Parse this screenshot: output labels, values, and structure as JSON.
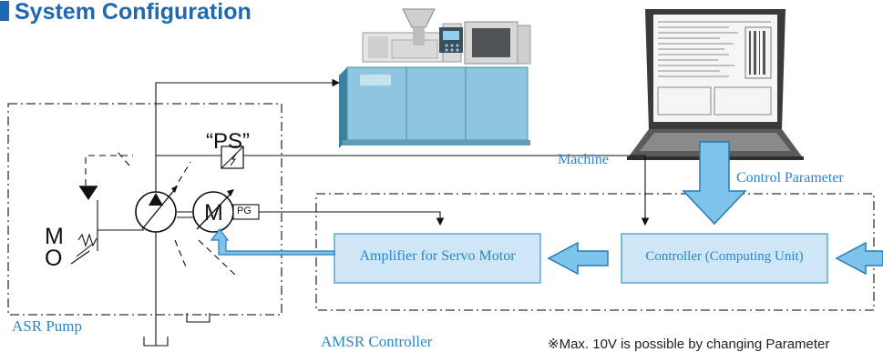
{
  "title": "System Configuration",
  "labels": {
    "machine": "Machine",
    "control_parameter": "Control Parameter",
    "asr_pump": "ASR Pump",
    "amsr_controller": "AMSR Controller",
    "amplifier": "Amplifier for Servo Motor",
    "controller": "Controller (Computing Unit)",
    "ps": "“PS”",
    "motor_m": "M",
    "pg": "PG",
    "m_label": "M",
    "o_label": "O",
    "footnote": "※Max. 10V is possible by changing Parameter"
  },
  "colors": {
    "title": "#1e68b0",
    "label_blue": "#2a86c8",
    "box_fill": "#cfe6f6",
    "box_stroke": "#5aa9d8",
    "arrow_fill": "#7cc4ea",
    "arrow_stroke": "#2a7ab8"
  },
  "icons": [
    "injection-molding-machine-icon",
    "laptop-icon",
    "pump-symbol-icon",
    "servo-motor-icon",
    "pressure-sensor-icon",
    "relief-valve-icon"
  ]
}
